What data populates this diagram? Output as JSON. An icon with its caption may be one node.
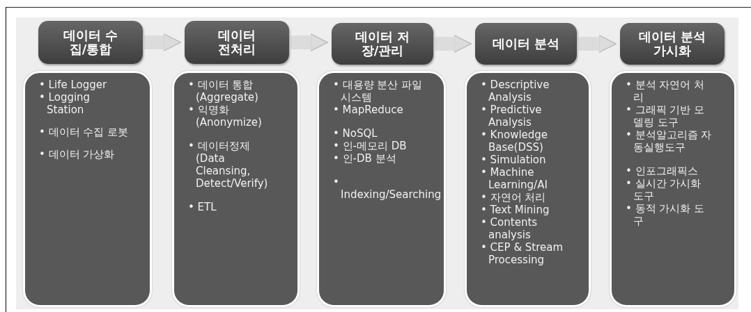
{
  "diagram": {
    "nodes": [
      {
        "text": [
          "데이터 수집/통합"
        ]
      },
      {
        "text": [
          "데이터 전처리"
        ]
      },
      {
        "text": [
          "데이터 저장/관리"
        ]
      },
      {
        "text": [
          "데이터 분석"
        ]
      },
      {
        "text": [
          "데이터 분석 가시화"
        ]
      },
      {
        "text": [
          "• Life Logger",
          "• Logging Station",
          "• 데이터 수집 로봇",
          "• 데이터 가상화"
        ]
      },
      {
        "text": [
          "• 데이터 통합 (Aggregate)",
          "• 익명화 (Anonymize)",
          "• 데이터정제 (Data Cleansing, Detect/Verify)",
          "• ETL"
        ]
      },
      {
        "text": [
          "• 대용량 분산 파일 시스템",
          "• MapReduce",
          "• NoSQL",
          "• 인-메모리 DB",
          "• 인-DB 분석",
          "• Indexing/Searching"
        ]
      },
      {
        "text": [
          "• Descriptive Analysis",
          "• Predictive Analysis",
          "• Knowledge Base(DSS)",
          "• Simulation",
          "• Machine Learning/AI",
          "• 자연어 처리",
          "• Text Mining",
          "• Contents analysis",
          "• CEP & Stream Processing"
        ]
      },
      {
        "text": [
          "• 분석 자연어 처리",
          "• 그래픽 기반 모델링 도구",
          "• 분석알고리즘 자동실행도구",
          "• 인포그래픽스",
          "• 실시간 가시화 도구",
          "• 동적 가시화 도구"
        ]
      }
    ],
    "edges": [
      {
        "from": 0,
        "to": 1,
        "arrow": "to"
      },
      {
        "from": 1,
        "to": 2,
        "arrow": "to"
      },
      {
        "from": 2,
        "to": 3,
        "arrow": "to"
      },
      {
        "from": 3,
        "to": 4,
        "arrow": "to"
      }
    ]
  }
}
